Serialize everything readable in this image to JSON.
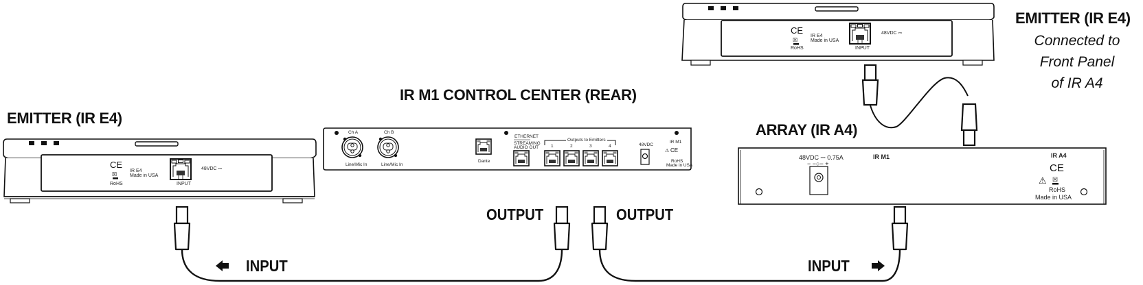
{
  "labels": {
    "emitter_left_title": "EMITTER (IR E4)",
    "m1_title": "IR M1 CONTROL CENTER (REAR)",
    "array_title": "ARRAY (IR A4)",
    "emitter_right_title": "EMITTER (IR E4)",
    "emitter_right_note_1": "Connected to",
    "emitter_right_note_2": "Front Panel",
    "emitter_right_note_3": "of IR A4"
  },
  "cables": {
    "left_input_label": "INPUT",
    "left_output_label": "OUTPUT",
    "right_output_label": "OUTPUT",
    "right_input_label": "INPUT"
  },
  "emitter_panel": {
    "model": "IR E4",
    "made_in": "Made in USA",
    "rohs": "RoHS",
    "ce": "CE",
    "port_label": "INPUT",
    "power": "48VDC ⎓"
  },
  "m1_panel": {
    "ch_a": "Ch A",
    "ch_b": "Ch B",
    "combo_a": "Line/Mic In",
    "combo_b": "Line/Mic In",
    "dante": "Dante",
    "ethernet": "ETHERNET",
    "streaming": "STREAMING",
    "audio_out": "AUDIO OUT",
    "outputs_title": "Outputs to Emitters",
    "output_ports": [
      "1",
      "2",
      "3",
      "4"
    ],
    "power": "48VDC",
    "model": "IR M1",
    "rohs": "RoHS",
    "made_in": "Made in USA"
  },
  "array_panel": {
    "power": "48VDC ⎓ 0.75A",
    "polarity": "− −○− +",
    "port_label": "IR M1",
    "model": "IR A4",
    "ce": "CE",
    "rohs": "RoHS",
    "made_in": "Made in USA"
  },
  "colors": {
    "line": "#111111",
    "panel_fill": "#ffffff",
    "background": "#ffffff"
  }
}
